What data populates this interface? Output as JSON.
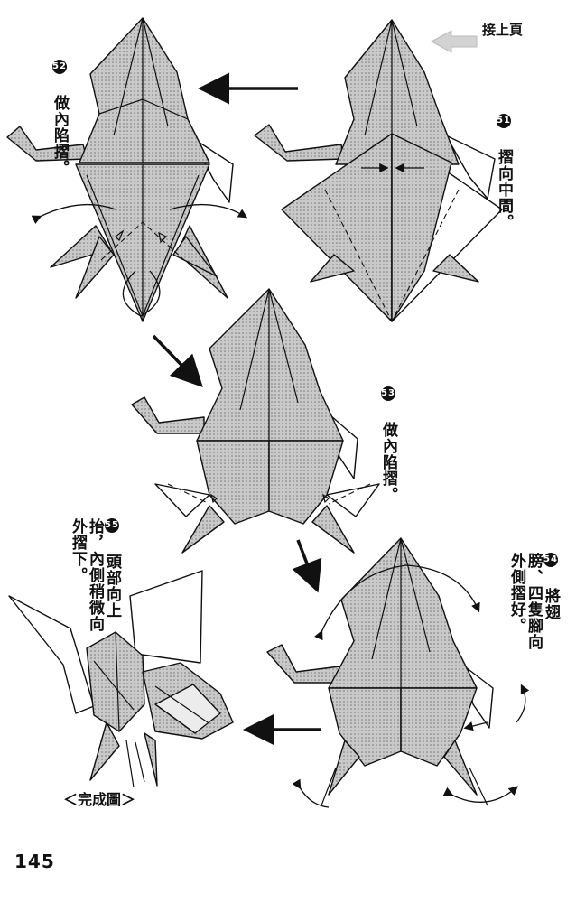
{
  "page_number": "145",
  "next_page_label": "接上頁",
  "steps": [
    {
      "number": "51",
      "text": "摺向中間。"
    },
    {
      "number": "52",
      "text": "做內陷摺。"
    },
    {
      "number": "53",
      "text": "做內陷摺。"
    },
    {
      "number": "54",
      "text": "將翅膀、四隻腳向外側摺好。"
    },
    {
      "number": "55",
      "text": "頭部向上抬，內側稍微向外摺下。"
    }
  ],
  "final_label": "＜完成圖＞",
  "colors": {
    "paper": "#bdbdbd",
    "ink": "#111111",
    "grey_arrow": "#cfcfcf"
  }
}
